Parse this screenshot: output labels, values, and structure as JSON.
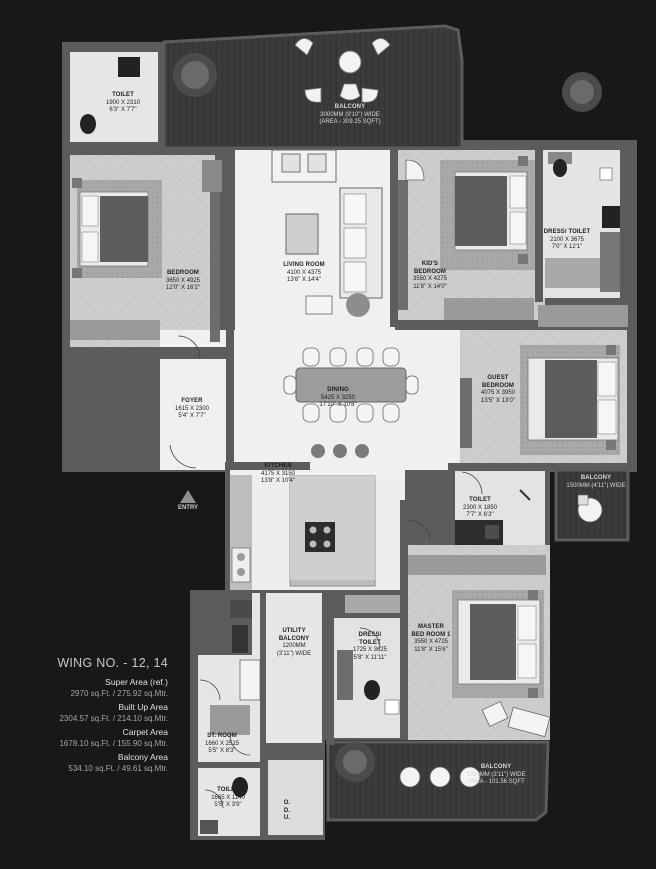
{
  "plan": {
    "entry_label": "ENTRY",
    "rooms": {
      "toilet_top": {
        "name": "TOILET",
        "dims": "1900 X 2310",
        "imperial": "6'3\" X 7'7\""
      },
      "balcony_top": {
        "name": "BALCONY",
        "dims": "3000MM (9'10\") WIDE",
        "imperial": "(AREA - 309.25 SQFT)"
      },
      "bedroom": {
        "name": "BEDROOM",
        "dims": "3650 X 4925",
        "imperial": "12'0\" X 16'2\""
      },
      "living_room": {
        "name": "LIVING ROOM",
        "dims": "4100 X 4375",
        "imperial": "13'6\" X 14'4\""
      },
      "kids_bedroom": {
        "name": "KID'S BEDROOM",
        "dims": "3550 X 4275",
        "imperial": "11'8\" X 14'0\""
      },
      "dress_toilet_right": {
        "name": "DRESS/ TOILET",
        "dims": "2100 X 3675",
        "imperial": "7'0\" X 12'1\""
      },
      "dining": {
        "name": "DINING",
        "dims": "5425 X 3250",
        "imperial": "17'10\" X 10'8\""
      },
      "guest_bedroom": {
        "name": "GUEST BEDROOM",
        "dims": "4075 X 3950",
        "imperial": "13'5\" X 13'0\""
      },
      "foyer": {
        "name": "FOYER",
        "dims": "1615 X 2300",
        "imperial": "5'4\" X 7'7\""
      },
      "kitchen": {
        "name": "KITCHEN",
        "dims": "4175 X 3150",
        "imperial": "13'8\" X 10'4\""
      },
      "toilet_mid": {
        "name": "TOILET",
        "dims": "2300 X 1850",
        "imperial": "7'7\" X 6'3\""
      },
      "balcony_small": {
        "name": "BALCONY",
        "dims": "1500MM (4'11\") WIDE",
        "imperial": ""
      },
      "utility_balcony": {
        "name": "UTILITY BALCONY",
        "dims": "1200MM",
        "imperial": "(3'11\") WIDE"
      },
      "dress_toilet_left": {
        "name": "DRESS/ TOILET",
        "dims": "1725 X 3625",
        "imperial": "5'8\" X 11'11\""
      },
      "master_bedroom": {
        "name": "MASTER BED ROOM 1",
        "dims": "3550 X 4725",
        "imperial": "11'8\" X 15'6\""
      },
      "st_room": {
        "name": "ST. ROOM",
        "dims": "1660 X 2515",
        "imperial": "5'5\" X 8'3\""
      },
      "toilet_bottom": {
        "name": "TOILET",
        "dims": "1665 X 1140",
        "imperial": "5'5\" X 3'9\""
      },
      "balcony_bottom": {
        "name": "BALCONY",
        "dims": "1200MM (3'11\") WIDE",
        "imperial": "AREA - 101.56 SQFT"
      },
      "odu": {
        "name": "O.D.U.",
        "dims": "",
        "imperial": ""
      }
    }
  },
  "legend": {
    "wing": "WING NO. - 12, 14",
    "super_area_label": "Super Area (ref.)",
    "super_area_value": "2970 sq.Ft. / 275.92 sq.Mtr.",
    "built_up_label": "Built Up Area",
    "built_up_value": "2304.57 sq.Ft. / 214.10 sq.Mtr.",
    "carpet_label": "Carpet Area",
    "carpet_value": "1678.10 sq.Ft. / 155.90 sq.Mtr.",
    "balcony_label": "Balcony Area",
    "balcony_value": "534.10 sq.Ft. / 49.61 sq.Mtr."
  },
  "colors": {
    "background": "#181818",
    "wall": "#5c5c5c",
    "floor_marble": "#efefef",
    "floor_tile": "#cfcfcf",
    "deck": "#3b3b3b",
    "rug": "#a9a9a9",
    "bed_dark": "#5d5d5d"
  }
}
